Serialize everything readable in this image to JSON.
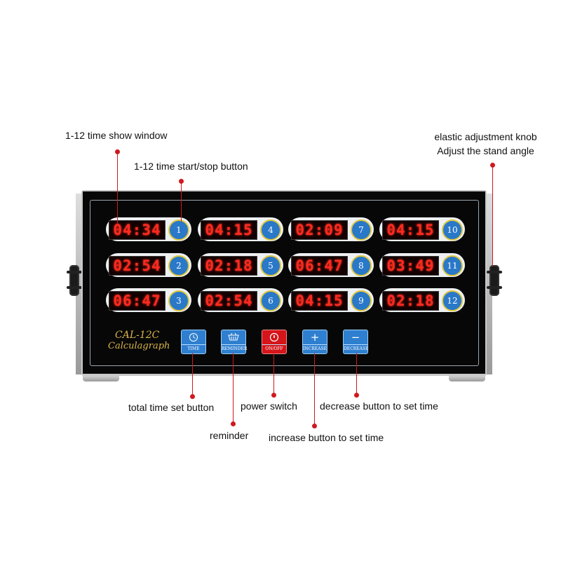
{
  "callouts": {
    "show_window": "1-12 time show window",
    "start_stop": "1-12 time start/stop button",
    "knob_line1": "elastic adjustment knob",
    "knob_line2": "Adjust the stand angle",
    "total_time": "total time set button",
    "reminder": "reminder",
    "power": "power switch",
    "increase": "increase button to set time",
    "decrease": "decrease button to set time"
  },
  "brand": {
    "model": "CAL-12C",
    "name": "Calculagraph"
  },
  "timers": [
    {
      "id": "1",
      "time": "04:34"
    },
    {
      "id": "4",
      "time": "04:15"
    },
    {
      "id": "7",
      "time": "02:09"
    },
    {
      "id": "10",
      "time": "04:15"
    },
    {
      "id": "2",
      "time": "02:54"
    },
    {
      "id": "5",
      "time": "02:18"
    },
    {
      "id": "8",
      "time": "06:47"
    },
    {
      "id": "11",
      "time": "03:49"
    },
    {
      "id": "3",
      "time": "06:47"
    },
    {
      "id": "6",
      "time": "02:54"
    },
    {
      "id": "9",
      "time": "04:15"
    },
    {
      "id": "12",
      "time": "02:18"
    }
  ],
  "buttons": {
    "time": {
      "label": "TIME",
      "icon": "clock-icon"
    },
    "reminder": {
      "label": "REMINDER",
      "icon": "basket-icon"
    },
    "onoff": {
      "label": "ON/OFF",
      "icon": "power-icon"
    },
    "increase": {
      "label": "INCREASE",
      "glyph": "+"
    },
    "decrease": {
      "label": "DECREASE",
      "glyph": "−"
    }
  },
  "colors": {
    "leader": "#d0191f",
    "digits": "#ff2a1f",
    "key_blue": "#2f7fd0",
    "key_red": "#d4151a"
  }
}
